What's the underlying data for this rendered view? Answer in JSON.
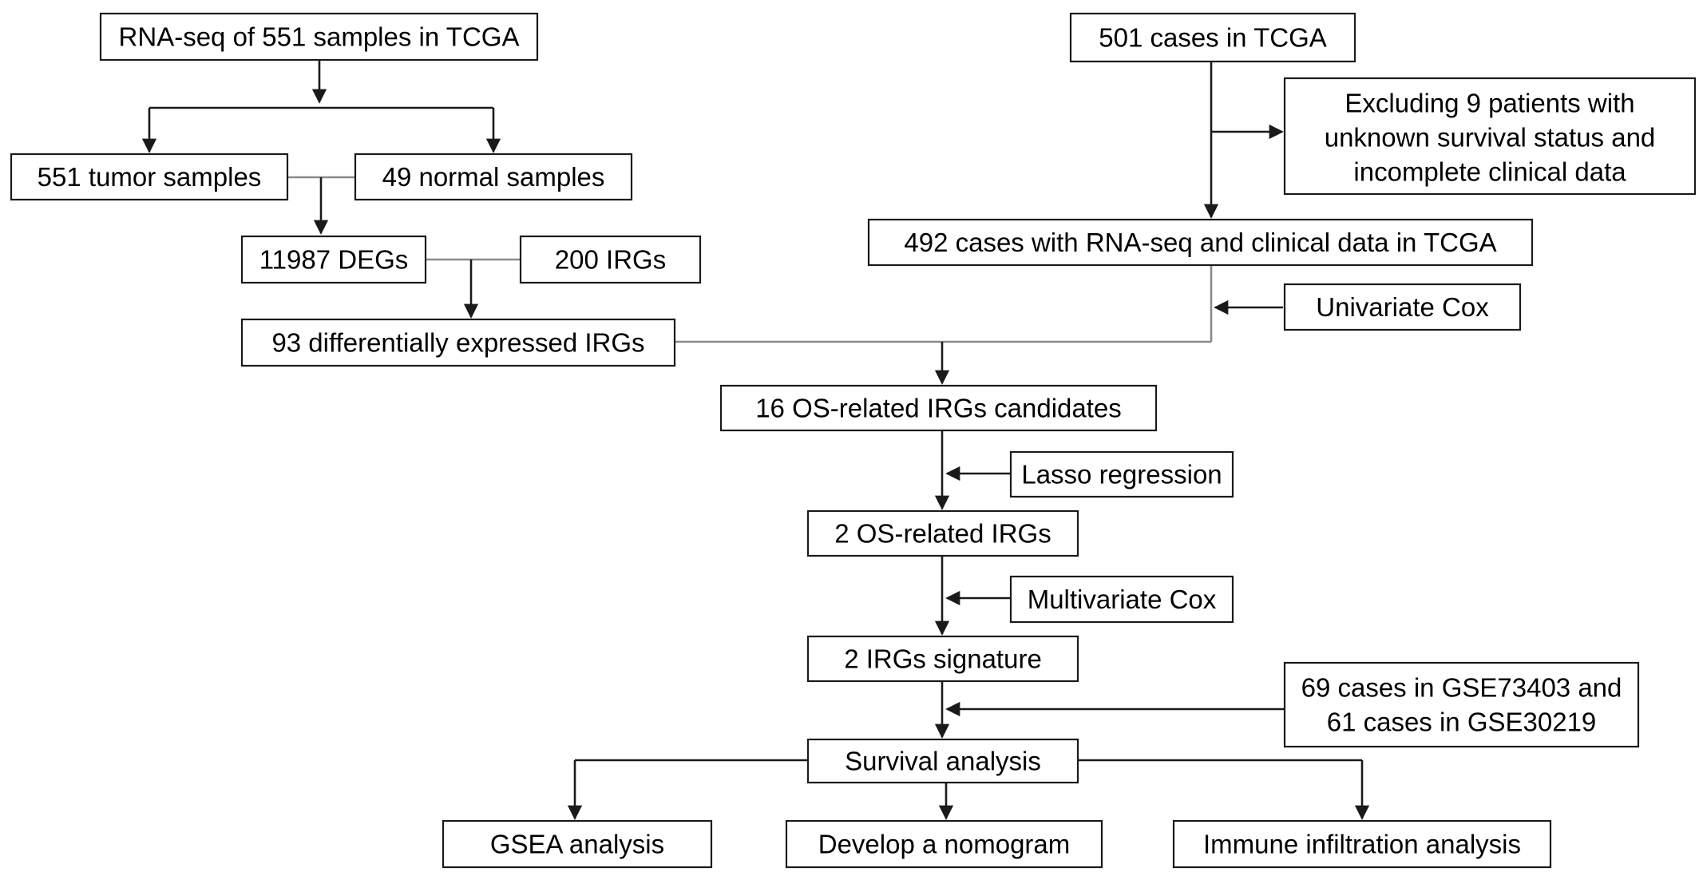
{
  "nodes": {
    "rnaseq_551": "RNA-seq of 551 samples in TCGA",
    "tumor_551": "551 tumor samples",
    "normal_49": "49 normal samples",
    "degs_11987": "11987 DEGs",
    "irgs_200": "200 IRGs",
    "de_irgs_93": "93 differentially expressed IRGs",
    "cases_501": "501 cases in TCGA",
    "excluding_line1": "Excluding 9 patients with",
    "excluding_line2": "unknown survival status and",
    "excluding_line3": "incomplete clinical data",
    "cases_492": "492 cases with RNA-seq and clinical data in TCGA",
    "univariate_cox": "Univariate Cox",
    "os_candidates_16": "16 OS-related IRGs candidates",
    "lasso": "Lasso regression",
    "os_irgs_2": "2 OS-related IRGs",
    "multivariate_cox": "Multivariate Cox",
    "signature_2": "2 IRGs signature",
    "geo_line1": "69 cases in GSE73403 and",
    "geo_line2": "61 cases in GSE30219",
    "survival": "Survival analysis",
    "gsea": "GSEA analysis",
    "nomogram": "Develop a nomogram",
    "immune": "Immune infiltration analysis"
  },
  "colors": {
    "stroke": "#1a1a1a",
    "muted_connector": "#8a8a8a"
  }
}
